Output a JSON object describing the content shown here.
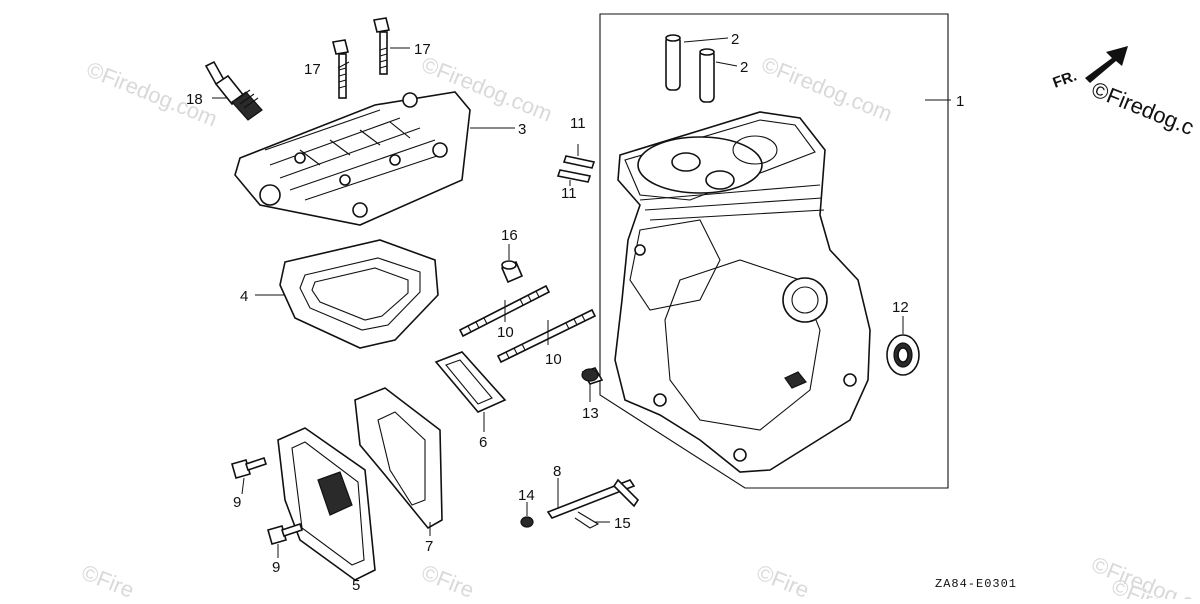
{
  "diagram": {
    "watermarks": [
      "©Firedog.com",
      "©Firedog.com",
      "©Firedog.com",
      "©Firedog.com",
      "©Fire",
      "©Fire",
      "©Fire",
      "©Fire"
    ],
    "corner_watermark": "©Firedog.c",
    "orientation_label": "FR.",
    "drawing_code": "ZA84-E0301",
    "callouts": {
      "c1": "1",
      "c2a": "2",
      "c2b": "2",
      "c3": "3",
      "c4": "4",
      "c5": "5",
      "c6": "6",
      "c7": "7",
      "c8": "8",
      "c9a": "9",
      "c9b": "9",
      "c10a": "10",
      "c10b": "10",
      "c11a": "11",
      "c11b": "11",
      "c12": "12",
      "c13": "13",
      "c14": "14",
      "c15": "15",
      "c16": "16",
      "c17a": "17",
      "c17b": "17",
      "c18": "18"
    }
  }
}
